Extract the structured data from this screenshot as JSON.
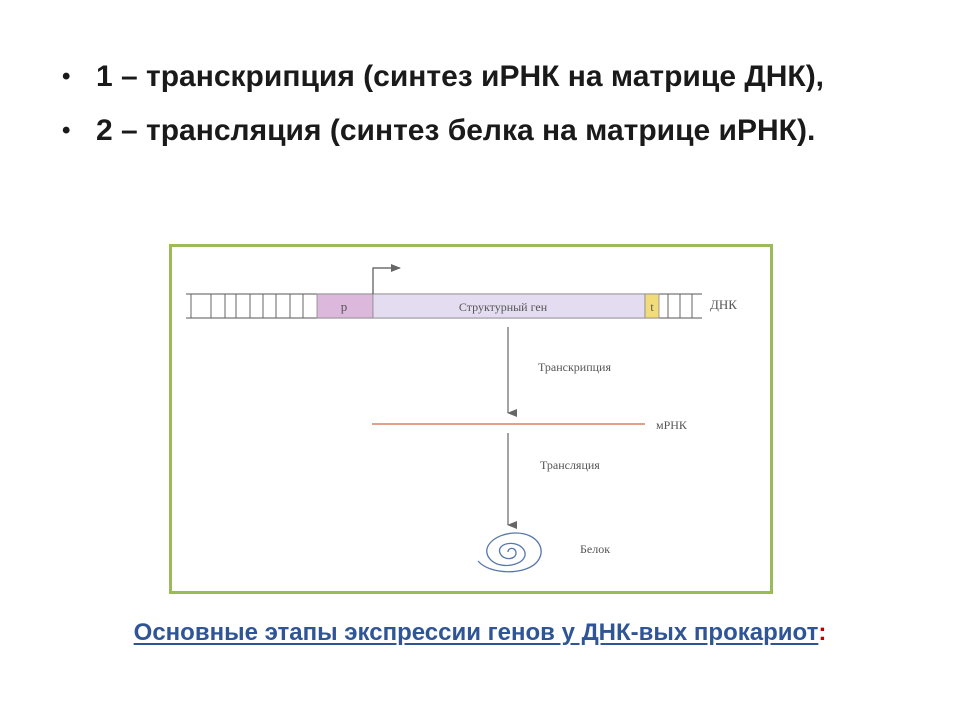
{
  "bullets": [
    {
      "text": "1 – транскрипция (синтез иРНК на матрице ДНК),"
    },
    {
      "text": "2 – трансляция (синтез белка на матрице иРНК)."
    }
  ],
  "diagram": {
    "labels": {
      "dna": "ДНК",
      "promoter": "p",
      "gene": "Структурный ген",
      "terminator": "t",
      "transcription": "Транскрипция",
      "mrna": "мРНК",
      "translation": "Трансляция",
      "protein": "Белок"
    },
    "colors": {
      "frame": "#9bbb59",
      "promoter_fill": "#dcb8dc",
      "gene_fill": "#e4dcf0",
      "terminator_fill": "#f2dc7a",
      "mrna_line": "#d98060",
      "arrow": "#666666",
      "caption": "#2f5597",
      "caption_colon": "#c00000"
    }
  },
  "caption": {
    "text": "Основные этапы экспрессии генов у ДНК-вых прокариот",
    "suffix": ":"
  }
}
